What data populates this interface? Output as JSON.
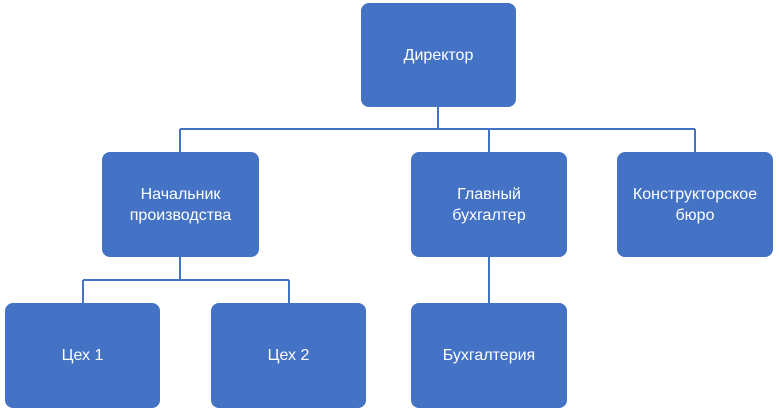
{
  "org_chart": {
    "director": "Директор",
    "production_head": "Начальник производства",
    "chief_accountant": "Главный бухгалтер",
    "design_bureau": "Конструкторское бюро",
    "shop_1": "Цех 1",
    "shop_2": "Цех 2",
    "accounting": "Бухгалтерия"
  },
  "colors": {
    "node_fill": "#4472c4",
    "node_text": "#ffffff",
    "connector": "#4472c4"
  }
}
